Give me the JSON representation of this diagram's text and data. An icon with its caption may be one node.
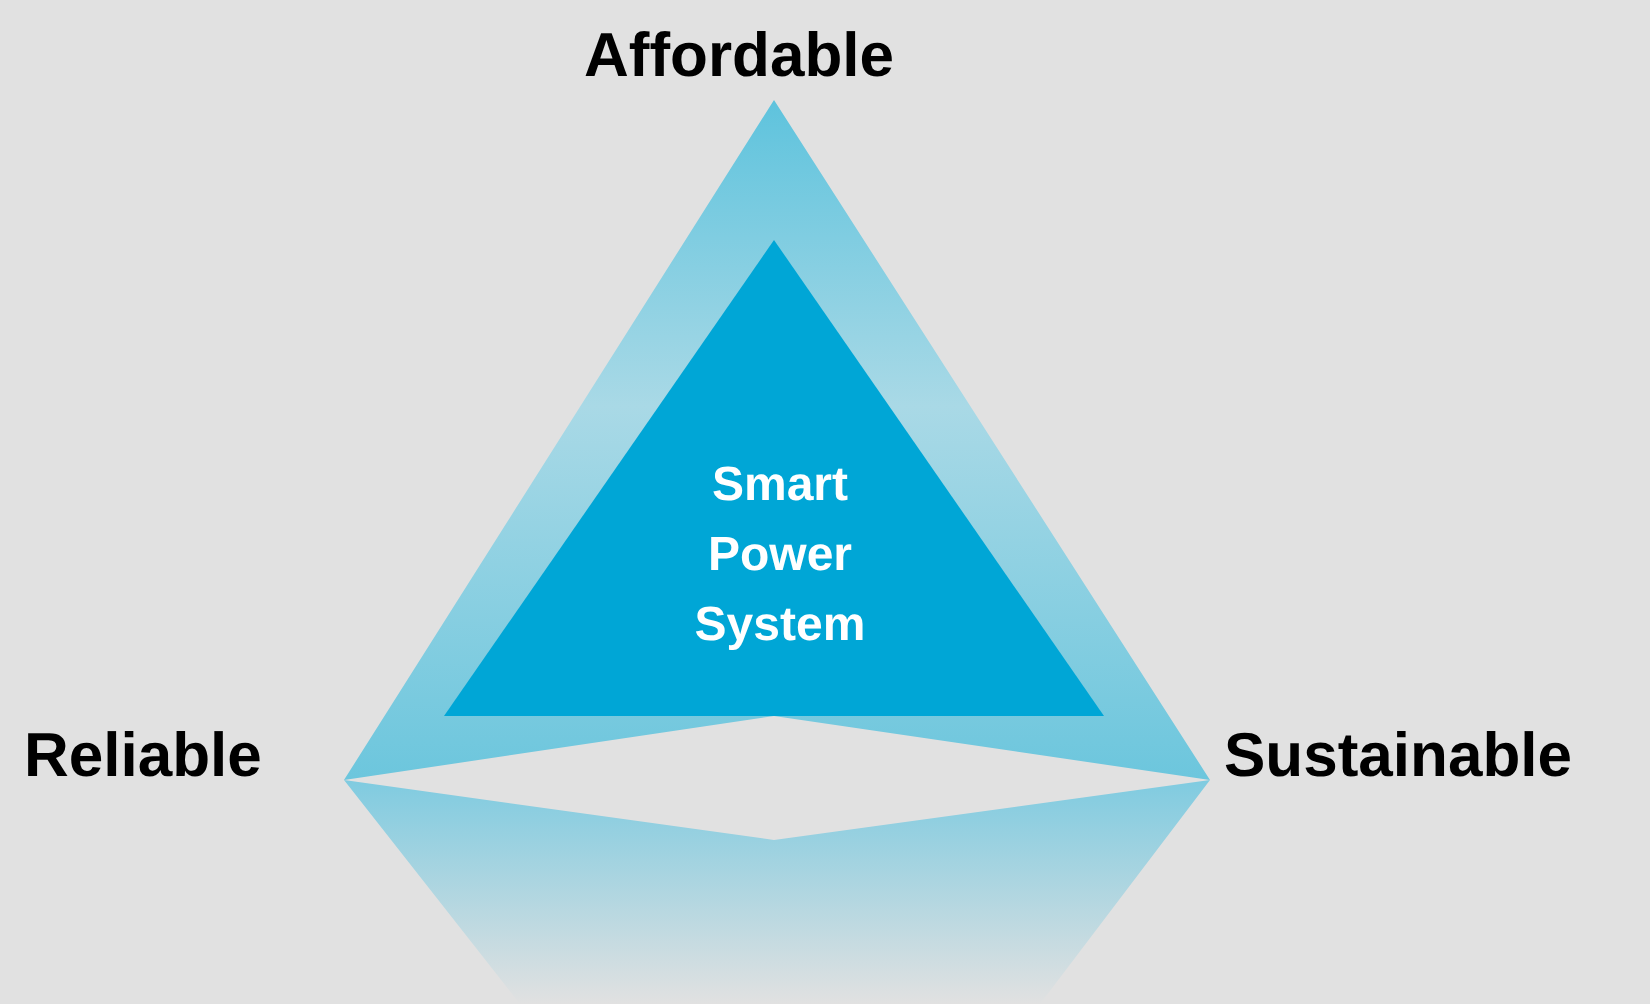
{
  "diagram": {
    "nodes": [
      {
        "text": [
          "Smart Power System"
        ]
      }
    ],
    "labels": [
      "Affordable",
      "Reliable",
      "Sustainable"
    ]
  }
}
